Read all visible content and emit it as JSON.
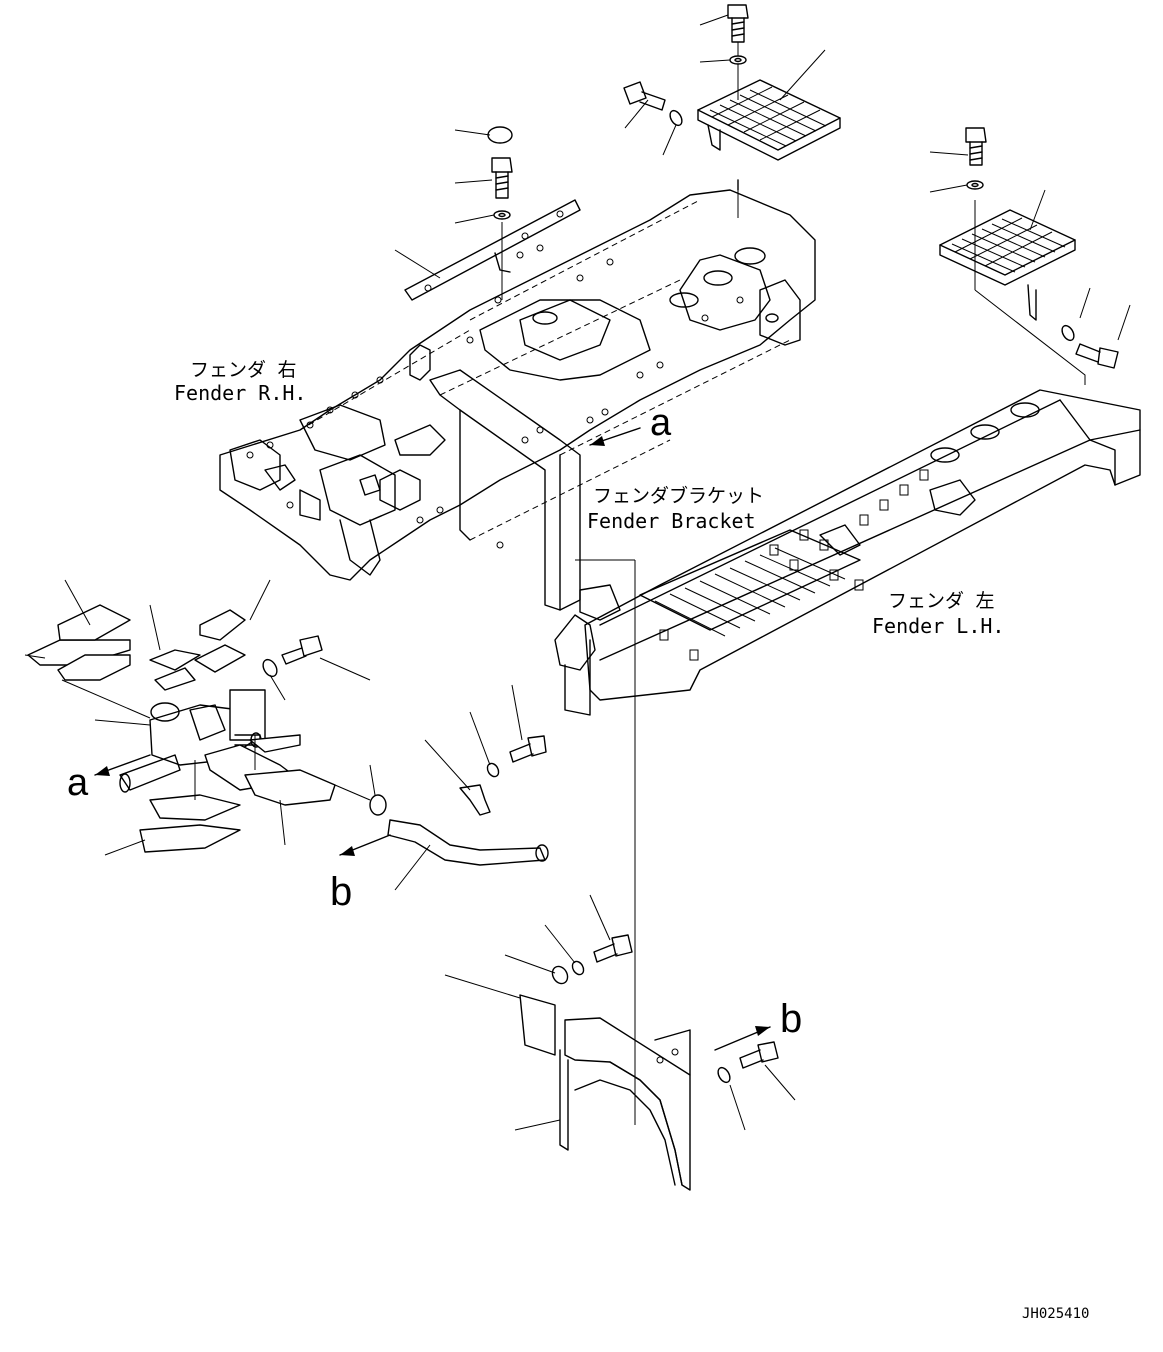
{
  "labels": {
    "fender_rh_jp": "フェンダ 右",
    "fender_rh_en": "Fender R.H.",
    "fender_bracket_jp": "フェンダブラケット",
    "fender_bracket_en": "Fender Bracket",
    "fender_lh_jp": "フェンダ 左",
    "fender_lh_en": "Fender L.H."
  },
  "view_refs": {
    "a_top": "a",
    "a_left": "a",
    "b_left": "b",
    "b_right": "b"
  },
  "drawing_number": "JH025410"
}
